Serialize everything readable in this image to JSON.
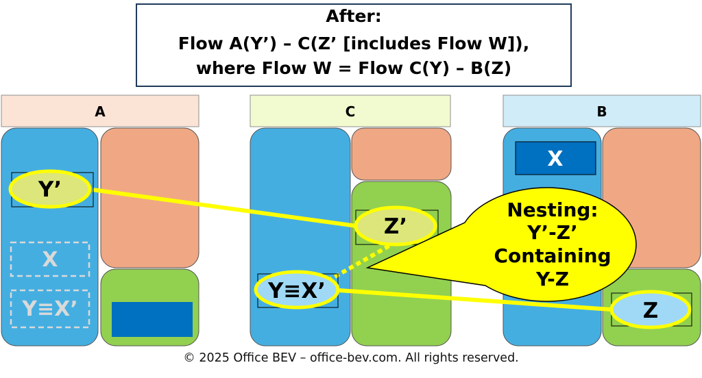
{
  "title": {
    "line1": "After:",
    "line2": "Flow A(Y’) – C(Z’ [includes Flow W]),",
    "line3": "where Flow W = Flow C(Y) – B(Z)"
  },
  "columns": {
    "a": {
      "header": "A",
      "header_color": "#fbe3d6"
    },
    "c": {
      "header": "C",
      "header_color": "#f2fbcf"
    },
    "b": {
      "header": "B",
      "header_color": "#d0ecf8"
    }
  },
  "colors": {
    "blue_panel": "#45aee1",
    "salmon_panel": "#f0a884",
    "green_panel": "#92d050",
    "dark_blue_box": "#0070c0",
    "highlight_yellow": "#ffff00",
    "callout_fill": "#ffff00"
  },
  "nodes": {
    "a_y_prime": "Y’",
    "a_x_ghost": "X",
    "a_yx_ghost": "Y≡X’",
    "c_z_prime": "Z’",
    "c_yx_prime": "Y≡X’",
    "b_x": "X",
    "b_z": "Z"
  },
  "callout": {
    "line1": "Nesting:",
    "line2": "Y’-Z’",
    "line3": "Containing",
    "line4": "Y-Z"
  },
  "footer": "© 2025 Office BEV – office-bev.com. All rights reserved."
}
